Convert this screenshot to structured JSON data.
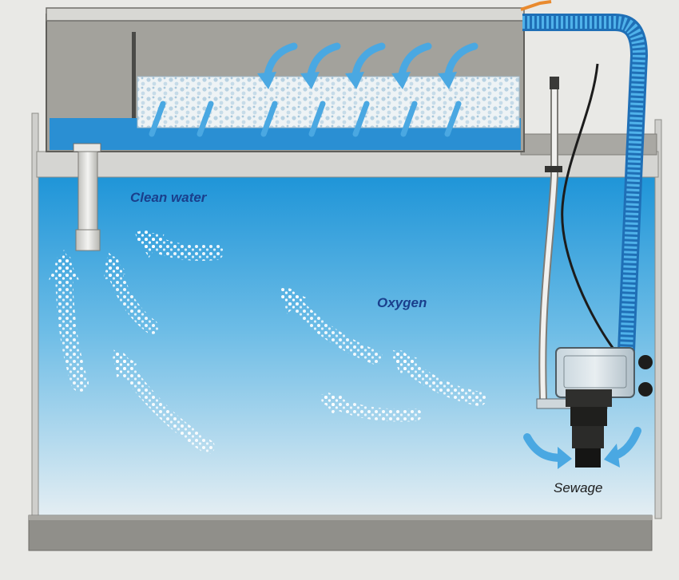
{
  "labels": {
    "clean_water": "Clean water",
    "oxygen": "Oxygen",
    "sewage": "Sewage"
  },
  "colors": {
    "water_top": "#1f95d8",
    "water_bottom": "#e4eef3",
    "filter_box": "#a3a29c",
    "frame": "#d5d5d2",
    "base": "#908f8a",
    "hose": "#3d9fe0",
    "flow_arrow": "#4aa8e2",
    "label_blue": "#1a3f8c",
    "label_dark": "#1c1c1c",
    "bubble": "#ffffff"
  },
  "icons": {
    "pump": "pump-icon",
    "hose": "hose-icon",
    "outlet": "outlet-pipe-icon",
    "filter_media": "filter-sponge-icon",
    "flow": "flow-arrow-icon",
    "bubbles": "bubble-arrow-icon"
  }
}
